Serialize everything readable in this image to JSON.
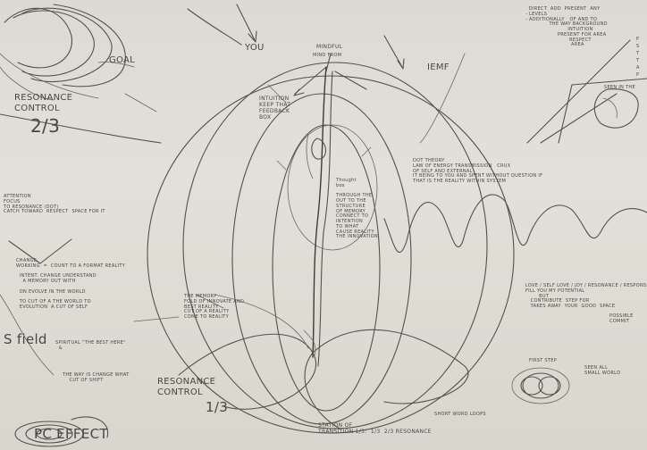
{
  "labels": {
    "resonance_top": "RESONANCE\nCONTROL",
    "resonance_top_fraction": "2/3",
    "goal": "GOAL",
    "you": "YOU",
    "mindful": "MINDFUL",
    "mindful_sub": "MIND FROM",
    "iemf": "IEMF",
    "intuition": "INTUITION\nKEEP THAT\nFEEDBACK\nBOX",
    "sprout_notes": "Thought\nbox\n\nTHROUGH THE\nOUT TO THE\nSTRUCTURE\nOF MEMORY\nCONNECT TO\nINTENTION\nTO WHAT\nCAUSE REALITY\nTHE INNOVATION",
    "dot_theory": "DOT THEORY\nLAW OF ENERGY TRANSMISSION   CRUX\nOF SELF AND EXTERNAL\nIT BEING TO YOU AND SPENT WITHOUT QUESTION IF\nTHAT IS THE REALITY WITHIN SYSTEM",
    "left_notes": "ATTENTION\nFOCUS\nTO RESONANCE (DOT)\nCATCH TOWARD  RESPECT  SPACE FOR IT",
    "change_notes": "CHANGE\nWORKING  =  COUNT TO A FORMAT REALITY\n\n  INTENT. CHANGE UNDERSTAND\n    A MEMORY OUT WITH\n\n  ON EVOLVE IN THE WORLD\n\n  TO CUT OF A THE WORLD TO\n  EVOLUTION  A CUT OF SELF",
    "spiritual": "SPIRITUAL \"THE BEST HERE\"\n  &",
    "change_way": "THE WAY IS CHANGE WHAT\n    CUT OF SHIFT",
    "s_field": "S field",
    "center_note": "THE MEMORY\nFOLD OF INNOVATE AND\nBEST REALITY\nCUT OF A REALITY\nCOME TO REALITY",
    "resonance_bottom": "RESONANCE\nCONTROL",
    "resonance_bottom_fraction": "1/3",
    "station": "STATION OF\nTRANSITION 1/3:  1/3  2/3 RESONANCE",
    "short_term": "SHORT WORD LOOPS",
    "right_mid": "LOVE / SELF LOVE / JOY / RESONANCE / RESPONSE\nFILL YOU MY POTENTIAL\n        BUT\n   CONTRIBUTE  STEP FOR\n   TAKES AWAY  YOUR  GOOD  SPACE",
    "possible": "POSSIBLE\nCOMMIT",
    "first_step": "FIRST STEP",
    "seen_all": "SEEN ALL\nSMALL WORLD",
    "pc_effect": "PC EFFECT",
    "top_right_notes": "  DIRECT  ADD  PRESENT  ANY\n- LEVELS\n- ADDITIONALLY   OF AND TO\n              THE WAY BACKGROUND\n                         INTUITION\n                   PRESENT FOR AREA\n                          RESPECT\n                           AREA",
    "top_right_side": "P\nS\nT\nT\nA\nP",
    "earth_label": "SEEN IN THE"
  }
}
